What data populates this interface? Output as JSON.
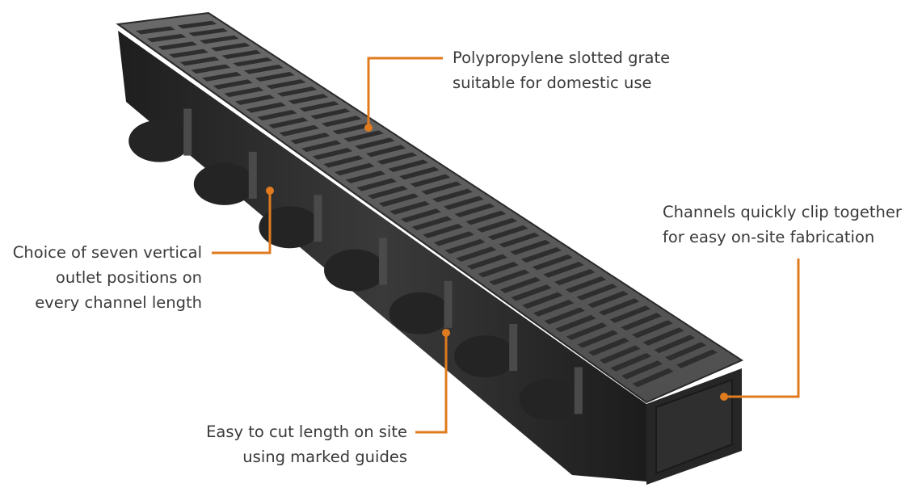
{
  "callouts": {
    "grate": {
      "line1": "Polypropylene slotted grate",
      "line2": "suitable for domestic use"
    },
    "clip": {
      "line1": "Channels quickly clip together",
      "line2": "for easy on-site fabrication"
    },
    "outlet": {
      "line1": "Choice of seven vertical",
      "line2": "outlet positions on",
      "line3": "every channel length"
    },
    "cut": {
      "line1": "Easy to cut length on site",
      "line2": "using marked guides"
    }
  },
  "colors": {
    "leader": "#e07b1f",
    "text": "#3a3a3a",
    "channel_body": "#2b2b2b",
    "grate": "#5c5c5c",
    "slot": "#2e2e2e"
  }
}
